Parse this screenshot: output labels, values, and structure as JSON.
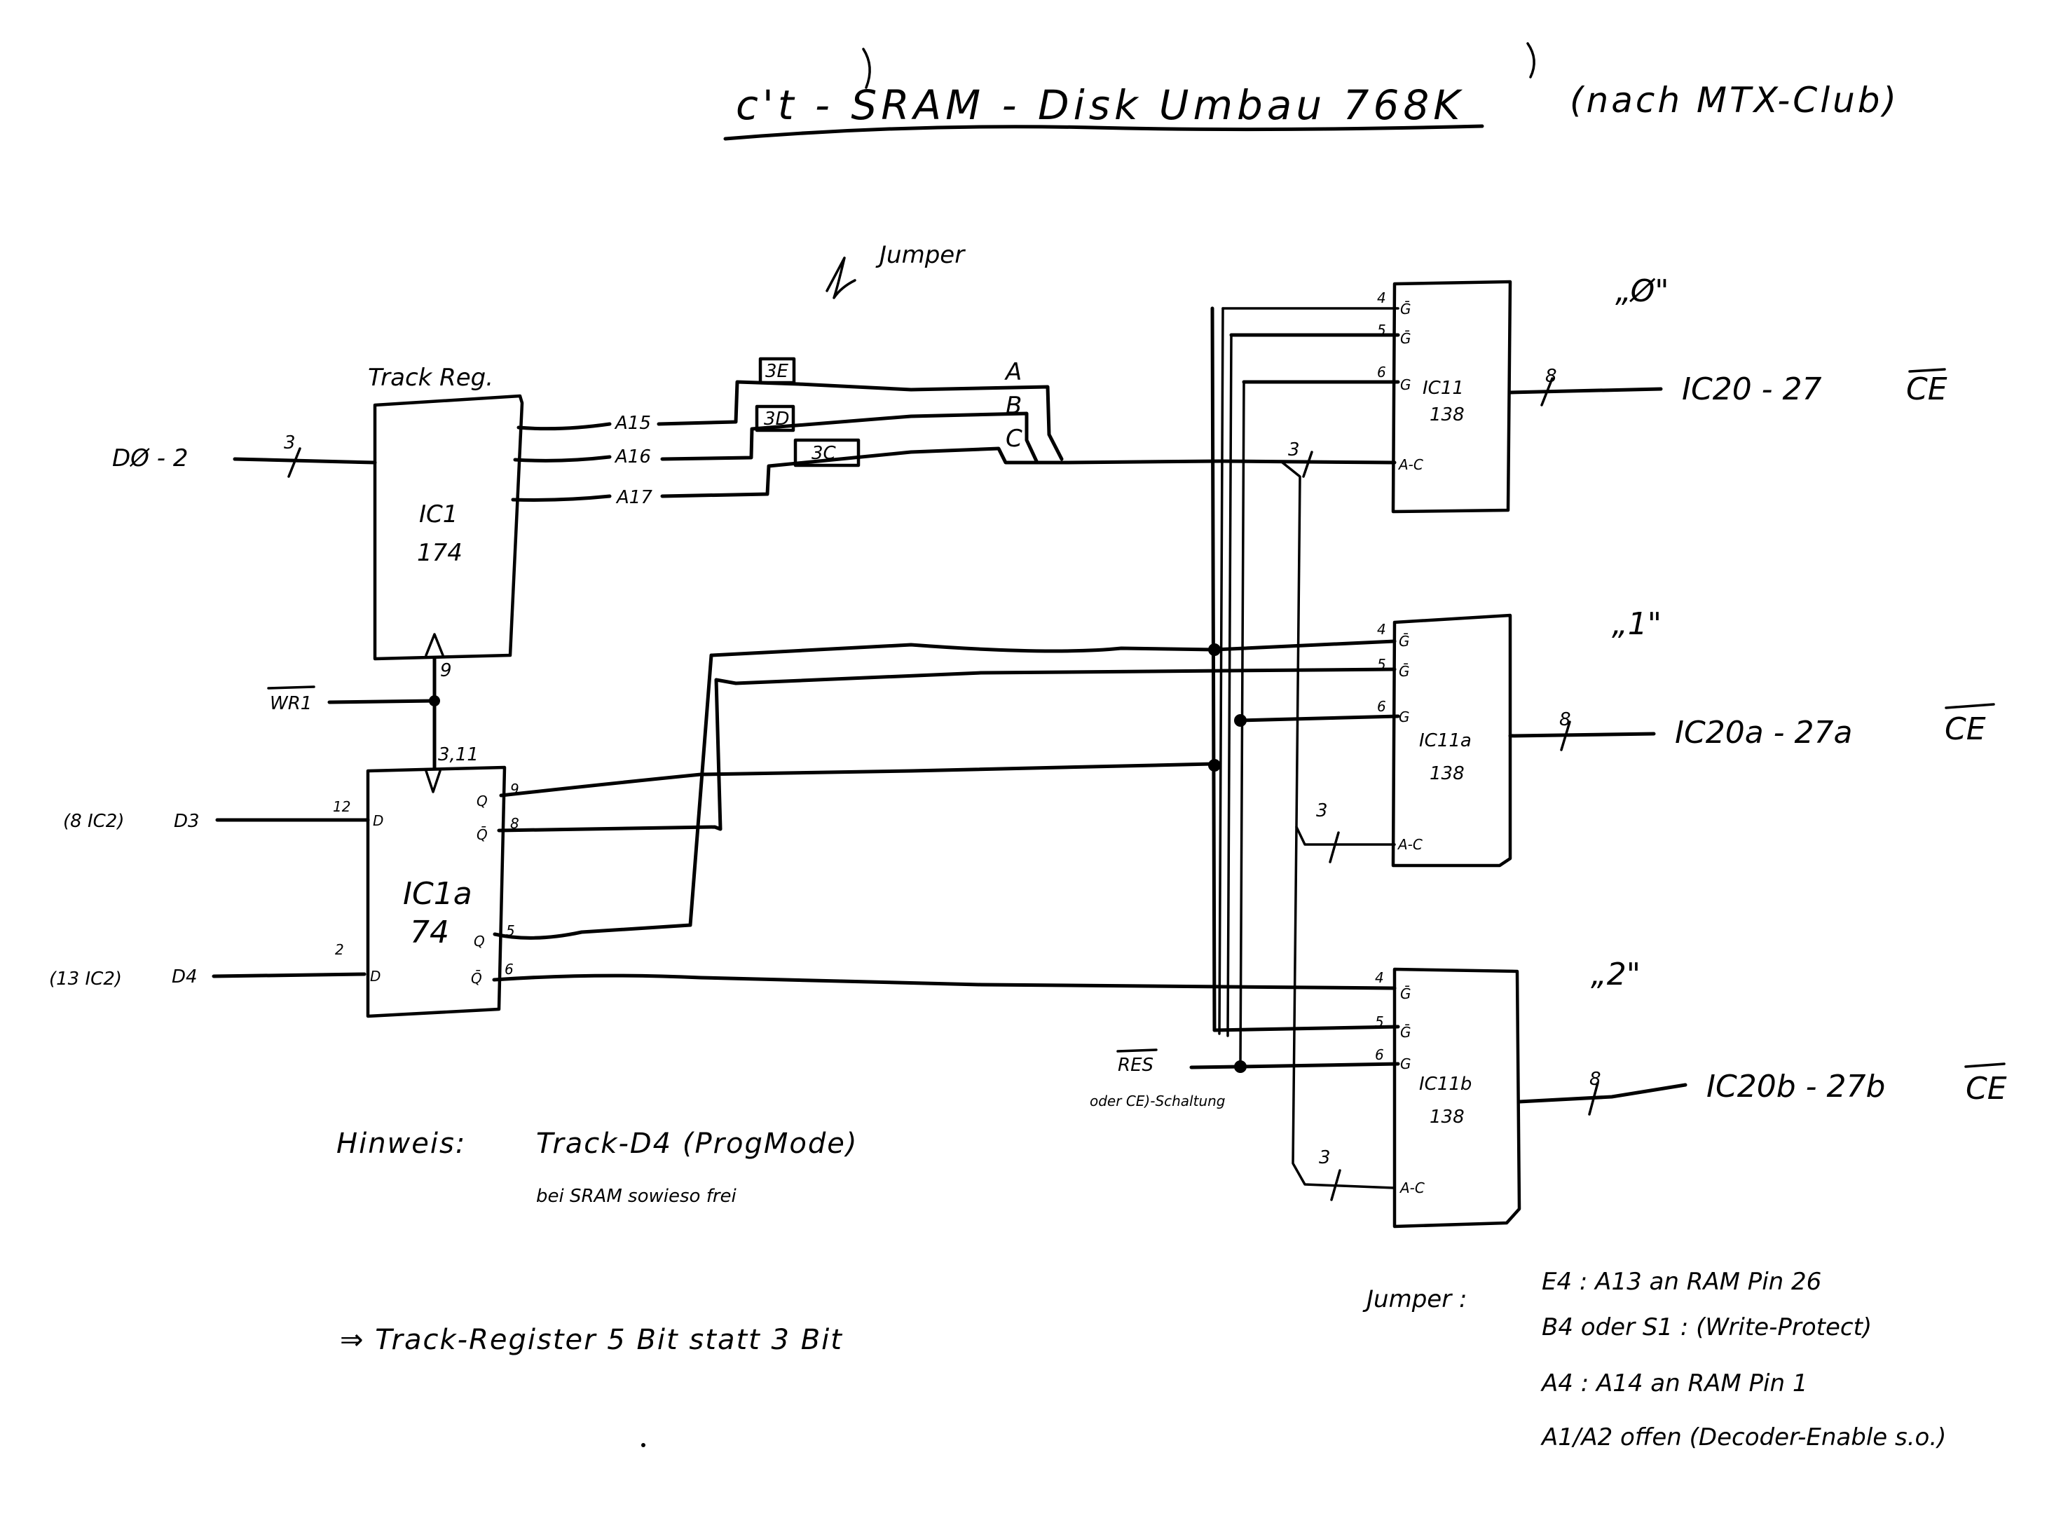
{
  "title": {
    "main": "c't - SRAM - Disk  Umbau  768K",
    "source": "(nach MTX-Club)"
  },
  "track_register": {
    "caption": "Track Reg.",
    "ic_name": "IC1",
    "ic_type": "174",
    "input_label": "DØ - 2",
    "input_bus_width": "3",
    "outputs": [
      "A15",
      "A16",
      "A17"
    ],
    "clock_pin": "9"
  },
  "jumper_section": {
    "caption": "Jumper",
    "jumpers": [
      "3E",
      "3D",
      "3C"
    ],
    "line_labels": [
      "A",
      "B",
      "C"
    ]
  },
  "write_signal": {
    "label": "WR1",
    "pin_label": "3,11"
  },
  "flipflop": {
    "ic_name": "IC1a",
    "ic_type": "74",
    "inputs": [
      {
        "source": "(8 IC2)",
        "signal": "D3",
        "pin": "12",
        "port": "D"
      },
      {
        "source": "(13 IC2)",
        "signal": "D4",
        "pin": "2",
        "port": "D"
      }
    ],
    "outputs": [
      {
        "port": "Q",
        "pin": "9"
      },
      {
        "port": "Q̄",
        "pin": "8"
      },
      {
        "port": "Q",
        "pin": "5"
      },
      {
        "port": "Q̄",
        "pin": "6"
      }
    ]
  },
  "decoders": [
    {
      "bank_label": "„Ø\"",
      "ic_name": "IC11",
      "ic_type": "138",
      "pins": [
        {
          "num": "4",
          "name": "Ḡ"
        },
        {
          "num": "5",
          "name": "Ḡ"
        },
        {
          "num": "6",
          "name": "G"
        }
      ],
      "addr_port": "A-C",
      "addr_bus_width": "3",
      "out_bus_width": "8",
      "out_target": "IC20 - 27",
      "out_signal": "CE"
    },
    {
      "bank_label": "„1\"",
      "ic_name": "IC11a",
      "ic_type": "138",
      "pins": [
        {
          "num": "4",
          "name": "Ḡ"
        },
        {
          "num": "5",
          "name": "Ḡ"
        },
        {
          "num": "6",
          "name": "G"
        }
      ],
      "addr_port": "A-C",
      "addr_bus_width": "3",
      "out_bus_width": "8",
      "out_target": "IC20a - 27a",
      "out_signal": "CE"
    },
    {
      "bank_label": "„2\"",
      "ic_name": "IC11b",
      "ic_type": "138",
      "pins": [
        {
          "num": "4",
          "name": "Ḡ"
        },
        {
          "num": "5",
          "name": "Ḡ"
        },
        {
          "num": "6",
          "name": "G"
        }
      ],
      "addr_port": "A-C",
      "addr_bus_width": "3",
      "out_bus_width": "8",
      "out_target": "IC20b - 27b",
      "out_signal": "CE"
    }
  ],
  "reset": {
    "label": "RES",
    "note": "oder CE)-Schaltung"
  },
  "notes": {
    "hint_label": "Hinweis:",
    "hint_line1": "Track-D4  (ProgMode)",
    "hint_line2": "bei SRAM sowieso frei",
    "conclusion": "⇒  Track-Register  5 Bit  statt  3 Bit"
  },
  "jumper_notes": {
    "label": "Jumper :",
    "lines": [
      "E4   :   A13 an RAM  Pin 26",
      "B4 oder S1 :  (Write-Protect)",
      "A4   :   A14 an RAM  Pin 1",
      "A1/A2 offen (Decoder-Enable s.o.)"
    ]
  }
}
